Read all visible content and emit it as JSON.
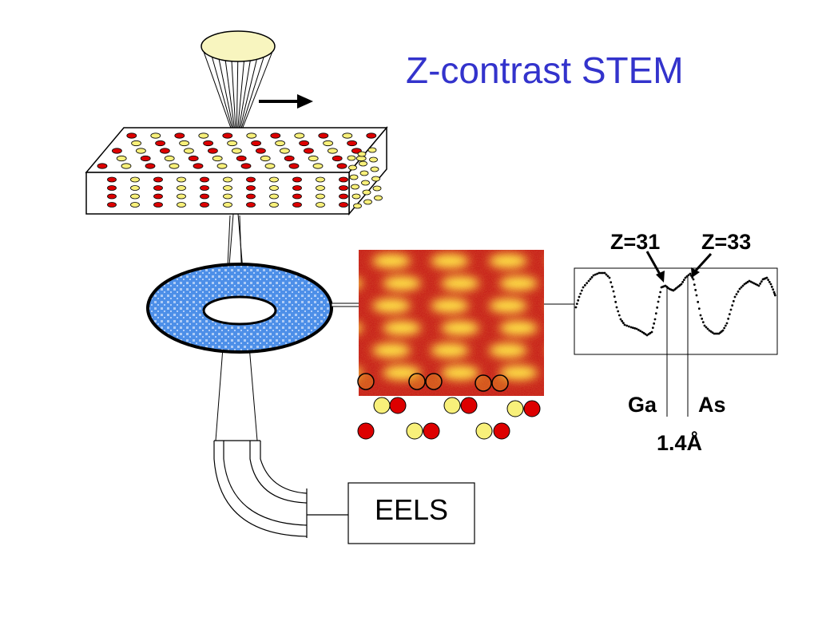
{
  "slide": {
    "title": "Z-contrast STEM",
    "title_color": "#3333cc"
  },
  "profile": {
    "label_left": "Z=31",
    "label_right": "Z=33",
    "element_left": "Ga",
    "element_right": "As",
    "spacing": "1.4Å"
  },
  "eels": {
    "label": "EELS"
  },
  "colors": {
    "atom_red": "#dd0000",
    "atom_yellow": "#f8f07a",
    "detector_fill": "#4d8fe8",
    "probe_cone": "#f8f5bf",
    "image_bright": "#ffe040",
    "image_dark": "#b01010"
  }
}
